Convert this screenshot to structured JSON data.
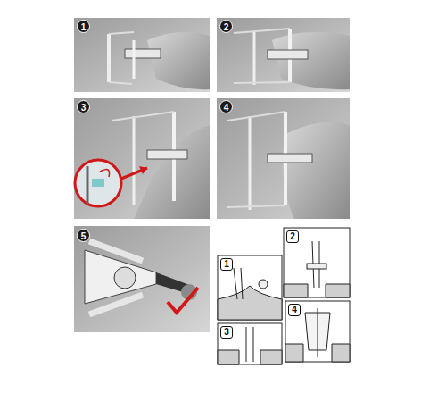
{
  "diagram": {
    "labels": [
      "1",
      "2",
      "3",
      "4",
      "5",
      "1",
      "2",
      "3",
      "4"
    ]
  }
}
